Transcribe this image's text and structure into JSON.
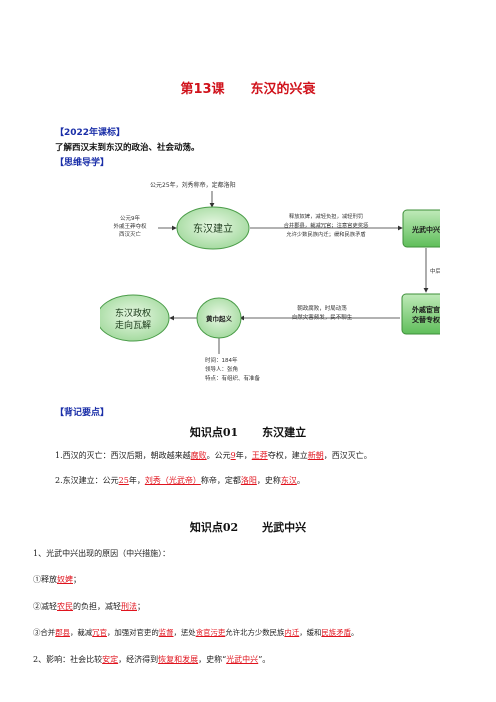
{
  "doc": {
    "lesson_num": "第13课",
    "lesson_title": "东汉的兴衰",
    "section_standard": "【2022年课标】",
    "standard_text": "了解西汉末到东汉的政治、社会动荡。",
    "section_mindmap": "【思维导学】",
    "section_points": "【背记要点】"
  },
  "diagram": {
    "top_note": "公元25年，刘秀称帝，定都洛阳",
    "left_note": [
      "公元9年",
      "外戚王莽夺权",
      "西汉灭亡"
    ],
    "node_founding": "东汉建立",
    "mid_note": [
      "释放奴婢，减轻负担，减轻刑罚",
      "合并郡县，裁减冗官；注意官吏奖惩",
      "允许少数民族内迁；缓和民族矛盾"
    ],
    "node_revival": "光武中兴",
    "side_label": "中后期",
    "node_dispute": [
      "外戚宦官",
      "交替专权"
    ],
    "low_note": [
      "朝政腐败，时局动荡",
      "自然灾害频发，民不聊生"
    ],
    "node_uprising": "黄巾起义",
    "node_collapse": [
      "东汉政权",
      "走向瓦解"
    ],
    "bottom_note": [
      "时间：184年",
      "领导人：张角",
      "特点：有组织、有准备"
    ]
  },
  "kp1": {
    "num": "知识点01",
    "title": "东汉建立",
    "l1": {
      "a": "1.西汉的灭亡：西汉后期，朝政越来越",
      "b": "腐败",
      "c": "。公元",
      "d": "9",
      "e": "年，",
      "f": "王莽",
      "g": "夺权，建立",
      "h": "新朝",
      "i": "，西汉灭亡。"
    },
    "l2": {
      "a": "2.东汉建立：公元",
      "b": "25",
      "c": "年，",
      "d": "刘秀（光武帝）",
      "e": "称帝，定都",
      "f": "洛阳",
      "g": "，史称",
      "h": "东汉",
      "i": "。"
    }
  },
  "kp2": {
    "num": "知识点02",
    "title": "光武中兴",
    "intro": "1、光武中兴出现的原因（中兴措施）：",
    "m1": {
      "a": "①释放",
      "b": "奴婢",
      "c": "；"
    },
    "m2": {
      "a": "②减轻",
      "b": "农民",
      "c": "的负担，减轻",
      "d": "刑法",
      "e": "；"
    },
    "m3": {
      "a": "③合并",
      "b": "郡县",
      "c": "，裁减",
      "d": "冗官",
      "e": "，加强对官吏的",
      "f": "监督",
      "g": "，惩处",
      "h": "贪官污吏",
      "i": "允许北方少数民族",
      "j": "内迁",
      "k": "，缓和",
      "l": "民族矛盾",
      "m": "。"
    },
    "effect": {
      "a": "2、影响：社会比较",
      "b": "安定",
      "c": "，经济得到",
      "d": "恢复和发展",
      "e": "，史称“",
      "f": "光武中兴",
      "g": "”。"
    }
  }
}
